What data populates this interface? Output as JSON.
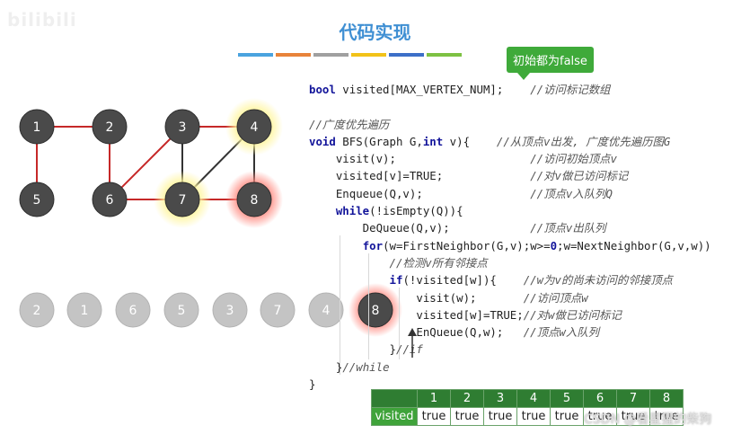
{
  "watermark": "bilibili",
  "title": "代码实现",
  "colorbar": [
    "#4aa3df",
    "#e8833a",
    "#a0a0a0",
    "#f2c218",
    "#3c6fc8",
    "#7dc142"
  ],
  "callout": "初始都为false",
  "graph": {
    "nodes": [
      {
        "id": "1",
        "label": "1",
        "highlight": ""
      },
      {
        "id": "2",
        "label": "2",
        "highlight": ""
      },
      {
        "id": "3",
        "label": "3",
        "highlight": ""
      },
      {
        "id": "4",
        "label": "4",
        "highlight": "yellow"
      },
      {
        "id": "5",
        "label": "5",
        "highlight": ""
      },
      {
        "id": "6",
        "label": "6",
        "highlight": ""
      },
      {
        "id": "7",
        "label": "7",
        "highlight": "yellow"
      },
      {
        "id": "8",
        "label": "8",
        "highlight": "red"
      }
    ],
    "edges": [
      {
        "from": "1",
        "to": "2",
        "color": "#c62828"
      },
      {
        "from": "1",
        "to": "5",
        "color": "#c62828"
      },
      {
        "from": "2",
        "to": "6",
        "color": "#c62828"
      },
      {
        "from": "3",
        "to": "6",
        "color": "#c62828"
      },
      {
        "from": "3",
        "to": "4",
        "color": "#c62828"
      },
      {
        "from": "3",
        "to": "7",
        "color": "#333333"
      },
      {
        "from": "4",
        "to": "7",
        "color": "#333333"
      },
      {
        "from": "4",
        "to": "8",
        "color": "#333333"
      },
      {
        "from": "6",
        "to": "7",
        "color": "#c62828"
      },
      {
        "from": "7",
        "to": "8",
        "color": "#c62828"
      }
    ]
  },
  "queue": [
    {
      "label": "2",
      "active": false
    },
    {
      "label": "1",
      "active": false
    },
    {
      "label": "6",
      "active": false
    },
    {
      "label": "5",
      "active": false
    },
    {
      "label": "3",
      "active": false
    },
    {
      "label": "7",
      "active": false
    },
    {
      "label": "4",
      "active": false
    },
    {
      "label": "8",
      "active": true
    }
  ],
  "code_lines": [
    [
      {
        "t": "bool",
        "c": "kw"
      },
      {
        "t": " visited[MAX_VERTEX_NUM];    "
      },
      {
        "t": "//访问标记数组",
        "c": "cm"
      }
    ],
    [],
    [
      {
        "t": "//广度优先遍历",
        "c": "cm"
      }
    ],
    [
      {
        "t": "void",
        "c": "kw"
      },
      {
        "t": " BFS(Graph G,"
      },
      {
        "t": "int",
        "c": "kw"
      },
      {
        "t": " v){    "
      },
      {
        "t": "//从顶点v出发, 广度优先遍历图G",
        "c": "cm"
      }
    ],
    [
      {
        "t": "    visit(v);                    "
      },
      {
        "t": "//访问初始顶点v",
        "c": "cm"
      }
    ],
    [
      {
        "t": "    visited[v]=TRUE;             "
      },
      {
        "t": "//对v做已访问标记",
        "c": "cm"
      }
    ],
    [
      {
        "t": "    Enqueue(Q,v);                "
      },
      {
        "t": "//顶点v入队列Q",
        "c": "cm"
      }
    ],
    [
      {
        "t": "    "
      },
      {
        "t": "while",
        "c": "kw"
      },
      {
        "t": "(!isEmpty(Q)){"
      }
    ],
    [
      {
        "t": "        DeQueue(Q,v);            "
      },
      {
        "t": "//顶点v出队列",
        "c": "cm"
      }
    ],
    [
      {
        "t": "        "
      },
      {
        "t": "for",
        "c": "kw"
      },
      {
        "t": "(w=FirstNeighbor(G,v);w>="
      },
      {
        "t": "0",
        "c": "num"
      },
      {
        "t": ";w=NextNeighbor(G,v,w))"
      }
    ],
    [
      {
        "t": "            "
      },
      {
        "t": "//检测v所有邻接点",
        "c": "cm"
      }
    ],
    [
      {
        "t": "            "
      },
      {
        "t": "if",
        "c": "kw"
      },
      {
        "t": "(!visited[w]){    "
      },
      {
        "t": "//w为v的尚未访问的邻接顶点",
        "c": "cm"
      }
    ],
    [
      {
        "t": "                visit(w);       "
      },
      {
        "t": "//访问顶点w",
        "c": "cm"
      }
    ],
    [
      {
        "t": "                visited[w]=TRUE;"
      },
      {
        "t": "//对w做已访问标记",
        "c": "cm"
      }
    ],
    [
      {
        "t": "                EnQueue(Q,w);   "
      },
      {
        "t": "//顶点w入队列",
        "c": "cm"
      }
    ],
    [
      {
        "t": "            }"
      },
      {
        "t": "//if",
        "c": "cm"
      }
    ],
    [
      {
        "t": "    }"
      },
      {
        "t": "//while",
        "c": "cm"
      }
    ],
    [
      {
        "t": "}"
      }
    ]
  ],
  "visited_table": {
    "header": [
      "1",
      "2",
      "3",
      "4",
      "5",
      "6",
      "7",
      "8"
    ],
    "row_label": "visited",
    "values": [
      "true",
      "true",
      "true",
      "true",
      "true",
      "true",
      "true",
      "true"
    ]
  },
  "credit": "CSDN @看星猩的柴狗"
}
